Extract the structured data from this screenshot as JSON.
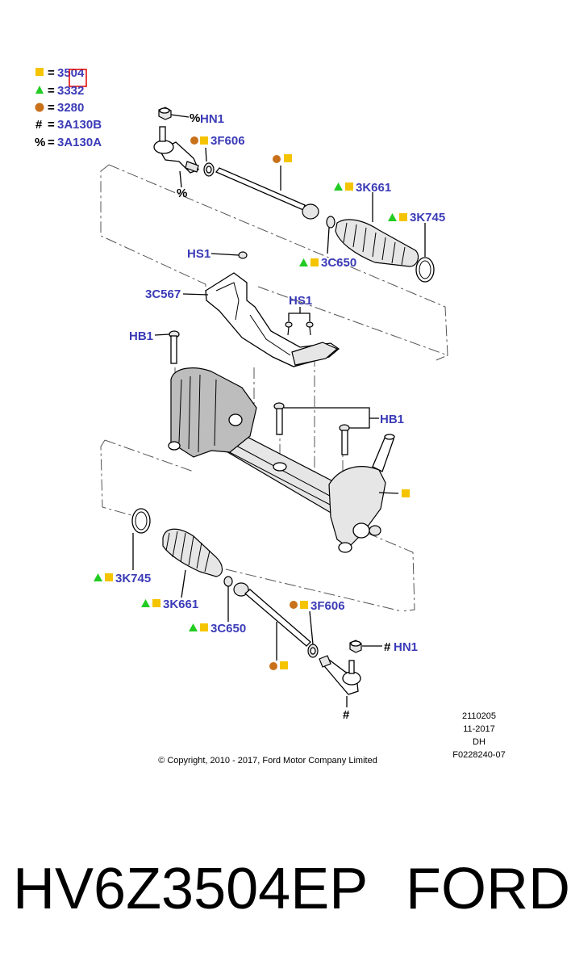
{
  "legend": [
    {
      "symbol": "square",
      "color": "#f5c400",
      "eq": "=",
      "code": "3504"
    },
    {
      "symbol": "triangle",
      "color": "#22cc22",
      "eq": "=",
      "code": "3332"
    },
    {
      "symbol": "circle",
      "color": "#c8701a",
      "eq": "=",
      "code": "3280"
    },
    {
      "symbol": "#",
      "eq": "=",
      "code": "3A130B"
    },
    {
      "symbol": "%",
      "eq": "=",
      "code": "3A130A"
    }
  ],
  "callouts": {
    "hn1_top": "HN1",
    "hn1_top_prefix": "%",
    "f606_top": "3F606",
    "k661_top": "3K661",
    "k745_top": "3K745",
    "c650_top": "3C650",
    "hs1_left": "HS1",
    "c567": "3C567",
    "hs1_mid": "HS1",
    "hb1_left": "HB1",
    "hb1_right": "HB1",
    "k745_bot": "3K745",
    "k661_bot": "3K661",
    "c650_bot": "3C650",
    "f606_bot": "3F606",
    "hn1_bot": "HN1",
    "hn1_bot_prefix": "#",
    "pct_mark": "%",
    "hash_mark": "#"
  },
  "drawing_info": {
    "number": "2110205",
    "date": "11-2017",
    "initials": "DH",
    "figure": "F0228240-07"
  },
  "copyright": "© Copyright, 2010 - 2017, Ford Motor Company Limited",
  "caption": {
    "part_number": "HV6Z3504EP",
    "brand": "FORD"
  },
  "colors": {
    "label_blue": "#3b3bb8",
    "yellow": "#f5c400",
    "green": "#22cc22",
    "orange": "#c8701a",
    "highlight_red": "#e01010"
  }
}
